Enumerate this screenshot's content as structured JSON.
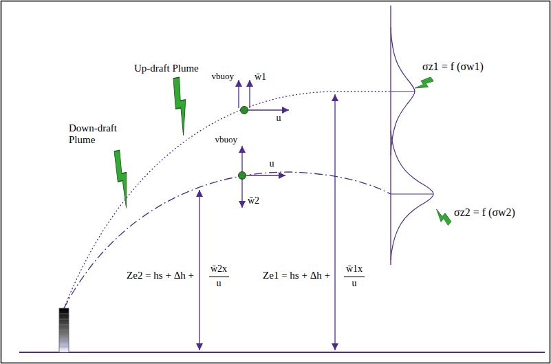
{
  "diagram": {
    "labels": [
      "Up-draft Plume",
      "Down-draft Plume",
      "vbuoy",
      "w̄1",
      "u",
      "vbuoy",
      "u",
      "w̄2",
      "σz1 = f (σw1)",
      "σz2 = f (σw2)",
      "Ze2 = hs + Δh +",
      "w̄2x",
      "u",
      "Ze1 = hs + Δh +",
      "w̄1x",
      "u"
    ]
  }
}
